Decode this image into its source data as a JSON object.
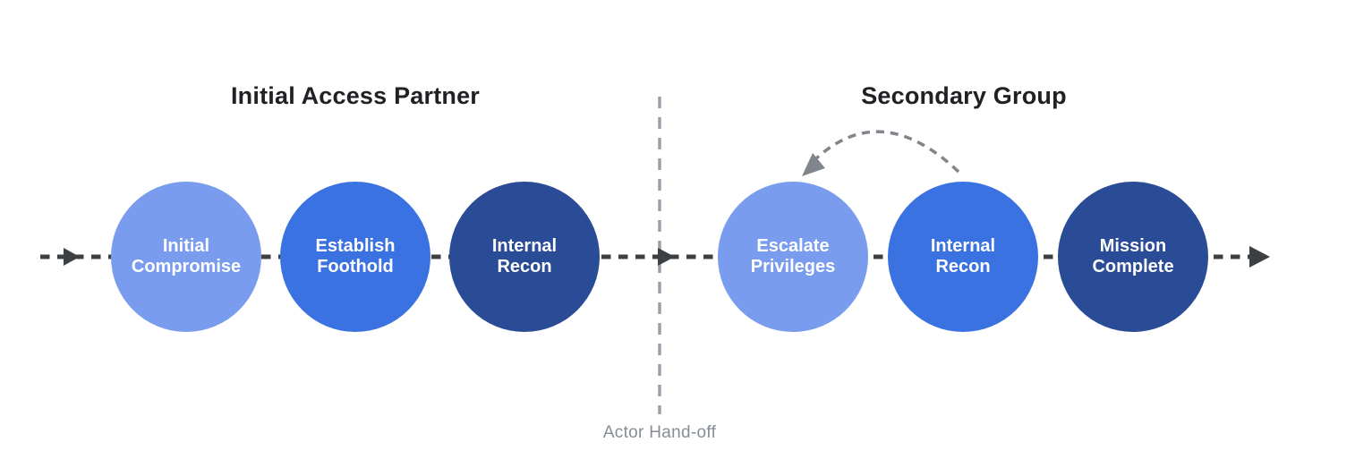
{
  "figure": {
    "type": "attack-lifecycle-flow-diagram",
    "flow_direction": "left-to-right"
  },
  "colors": {
    "flow_line": "#3C4043",
    "divider_line": "#9AA0A6",
    "loop_arrow": "#80868B",
    "title_text": "#202124",
    "handoff_text": "#868D94",
    "node_text": "#FFFFFF",
    "node_light": "#7A9CEE",
    "node_medium": "#3B72E2",
    "node_dark": "#2A4B96"
  },
  "groups": [
    {
      "title": "Initial Access Partner",
      "nodes": [
        {
          "label": "Initial\nCompromise",
          "shade": "light",
          "color": "#7A9CEE"
        },
        {
          "label": "Establish\nFoothold",
          "shade": "medium",
          "color": "#3B72E2"
        },
        {
          "label": "Internal\nRecon",
          "shade": "dark",
          "color": "#2A4B96"
        }
      ]
    },
    {
      "title": "Secondary Group",
      "nodes": [
        {
          "label": "Escalate\nPrivileges",
          "shade": "light",
          "color": "#7A9CEE"
        },
        {
          "label": "Internal\nRecon",
          "shade": "medium",
          "color": "#3B72E2"
        },
        {
          "label": "Mission\nComplete",
          "shade": "dark",
          "color": "#2A4B96"
        }
      ]
    },
    {
      "title": ""
    }
  ],
  "divider": {
    "label": "Actor Hand-off"
  },
  "loopback": {
    "from": "Internal Recon",
    "to": "Escalate Privileges"
  }
}
